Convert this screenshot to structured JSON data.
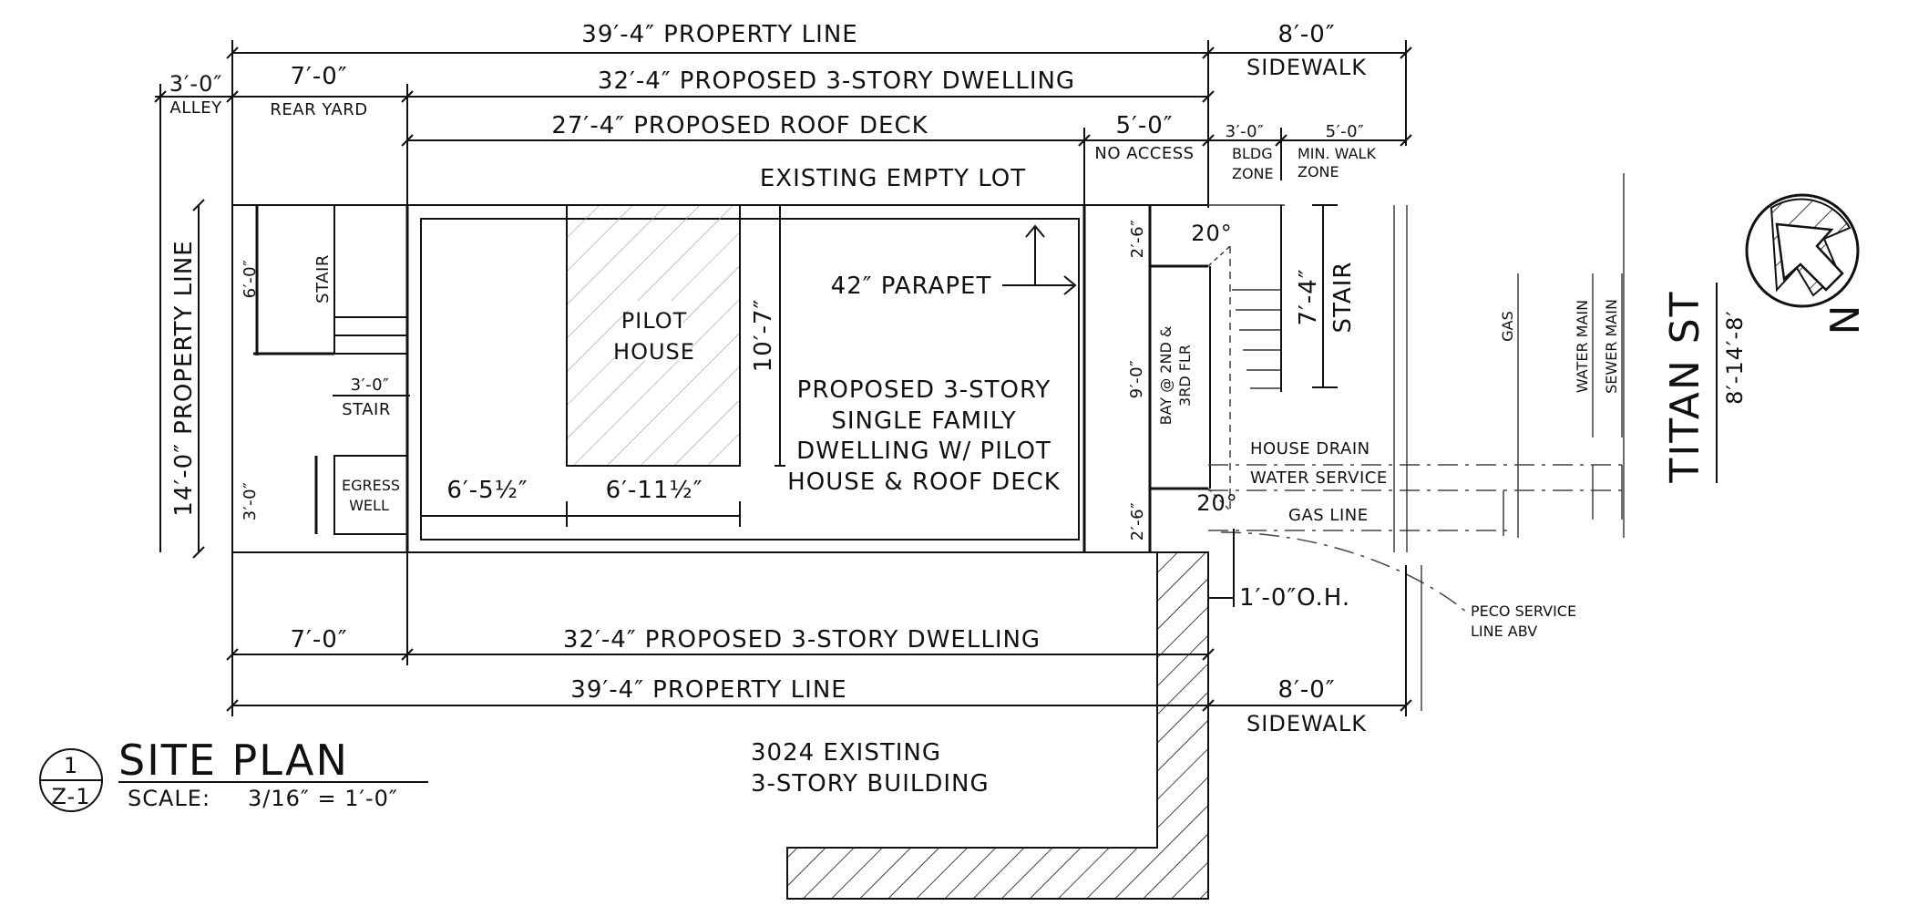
{
  "drawing": {
    "top_property_line": "39′-4″ PROPERTY LINE",
    "top_sidewalk_dim": "8′-0″",
    "top_sidewalk_label": "SIDEWALK",
    "alley_dim": "3′-0″",
    "alley_label": "ALLEY",
    "rear_yard_dim": "7′-0″",
    "rear_yard_label": "REAR YARD",
    "top_dwelling_dim": "32′-4″ PROPOSED 3-STORY DWELLING",
    "roof_deck_dim": "27′-4″ PROPOSED ROOF DECK",
    "no_access_dim": "5′-0″",
    "no_access_label": "NO ACCESS",
    "bldg_zone_dim": "3′-0″",
    "bldg_zone_line1": "BLDG",
    "bldg_zone_line2": "ZONE",
    "min_walk_dim": "5′-0″",
    "min_walk_line1": "MIN. WALK",
    "min_walk_line2": "ZONE",
    "existing_empty_lot": "EXISTING EMPTY LOT",
    "left_property_line": "14′-0″ PROPERTY LINE",
    "rear_stair_dim": "6′-0″",
    "rear_stair_label": "STAIR",
    "small_stair_dim": "3′-0″",
    "small_stair_label": "STAIR",
    "egress_dim": "3′-0″",
    "egress_line1": "EGRESS",
    "egress_line2": "WELL",
    "pilot_line1": "PILOT",
    "pilot_line2": "HOUSE",
    "pilot_depth_dim": "10′-7″",
    "parapet_label": "42″ PARAPET",
    "dim_6_5_half": "6′-5½″",
    "dim_6_11_half": "6′-11½″",
    "dwelling_desc": [
      "PROPOSED 3-STORY",
      "SINGLE FAMILY",
      "DWELLING W/ PILOT",
      "HOUSE & ROOF DECK"
    ],
    "bay_dim": "9′-0″",
    "bay_line1": "BAY @ 2ND &",
    "bay_line2": "3RD FLR",
    "bay_top_dim": "2′-6″",
    "bay_bot_dim": "2′-6″",
    "angle_top": "20°",
    "angle_bot": "20°",
    "front_stair_dim": "7′-4″",
    "front_stair_label": "STAIR",
    "house_drain": "HOUSE DRAIN",
    "water_service": "WATER SERVICE",
    "gas_line": "GAS LINE",
    "overhang": "1′-0″O.H.",
    "peco_line1": "PECO SERVICE",
    "peco_line2": "LINE ABV",
    "gas": "GAS",
    "water_main": "WATER MAIN",
    "sewer_main": "SEWER MAIN",
    "street_name": "TITAN ST",
    "street_width": "8′-14′-8′",
    "north_label": "N",
    "bottom_rear_dim": "7′-0″",
    "bottom_dwelling_dim": "32′-4″   PROPOSED 3-STORY DWELLING",
    "bottom_property_line": "39′-4″  PROPERTY LINE",
    "bottom_sidewalk_dim": "8′-0″",
    "bottom_sidewalk_label": "SIDEWALK",
    "neighbor_line1": "3024 EXISTING",
    "neighbor_line2": "3-STORY BUILDING"
  },
  "title_block": {
    "detail_number": "1",
    "sheet_number": "Z-1",
    "title": "SITE PLAN",
    "scale_label": "SCALE:",
    "scale_value": "3/16″ = 1′-0″"
  }
}
